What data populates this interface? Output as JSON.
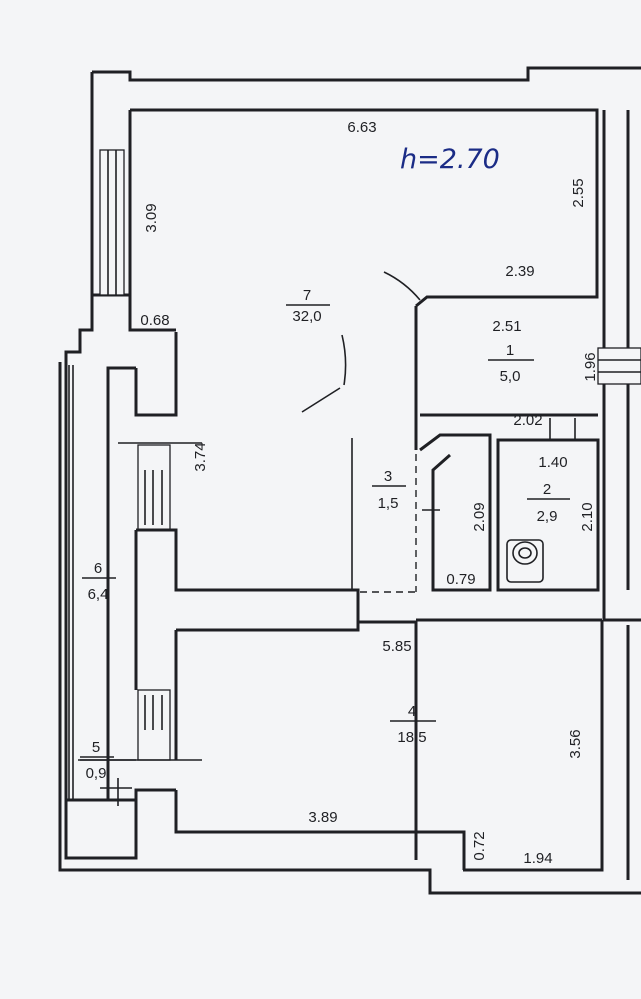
{
  "ceiling_height": "h=2.70",
  "rooms": [
    {
      "number": "1",
      "area": "5,0"
    },
    {
      "number": "2",
      "area": "2,9"
    },
    {
      "number": "3",
      "area": "1,5"
    },
    {
      "number": "4",
      "area": "18,5"
    },
    {
      "number": "5",
      "area": "0,9"
    },
    {
      "number": "6",
      "area": "6,4"
    },
    {
      "number": "7",
      "area": "32,0"
    }
  ],
  "dimensions": [
    "6.63",
    "2.55",
    "2.39",
    "3.09",
    "0.68",
    "3.74",
    "2.51",
    "1.96",
    "2.02",
    "1.40",
    "2.09",
    "2.10",
    "0.79",
    "5.85",
    "3.56",
    "3.89",
    "0.72",
    "1.94"
  ],
  "colors": {
    "ink": "#1f2024",
    "paper": "#f4f5f7",
    "handwriting": "#1b2c86"
  }
}
